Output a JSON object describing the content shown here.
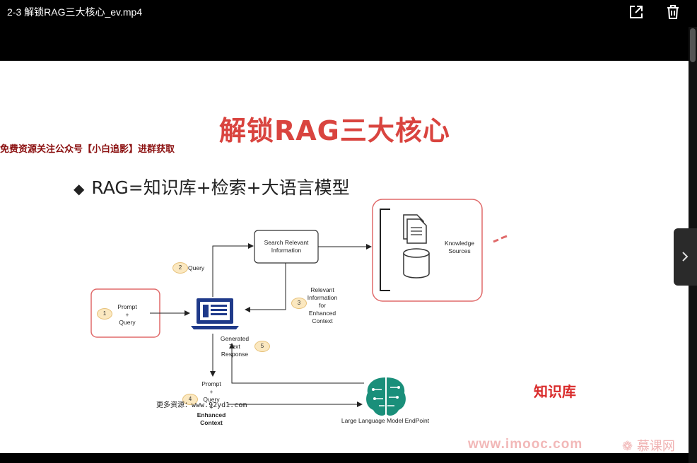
{
  "window": {
    "title": "2-3 解锁RAG三大核心_ev.mp4"
  },
  "toolbar": {
    "open_external_icon": "external-link-icon",
    "delete_icon": "trash-icon"
  },
  "slide": {
    "title": "解锁RAG三大核心",
    "promo_text": "免费资源关注公众号【小白追影】进群获取",
    "bullet": "RAG=知识库+检索+大语言模型",
    "watermark_url": "更多资源：www.92yd1.com",
    "knowledge_label": "知识库",
    "site_watermark": "www.imooc.com",
    "brand_watermark": "慕课网"
  },
  "diagram": {
    "prompt_query": [
      "Prompt",
      "+",
      "Query"
    ],
    "search_box": [
      "Search Relevant",
      "Information"
    ],
    "knowledge_sources": [
      "Knowledge",
      "Sources"
    ],
    "query_label": "Query",
    "relevant_info": [
      "Relevant",
      "Information",
      "for",
      "Enhanced",
      "Context"
    ],
    "generated": [
      "Generated",
      "Text",
      "Response"
    ],
    "prompt_query_enh": [
      "Prompt",
      "+",
      "Query",
      "+"
    ],
    "enhanced_context": [
      "Enhanced",
      "Context"
    ],
    "llm_label": "Large Language Model EndPoint",
    "steps": [
      "1",
      "2",
      "3",
      "4",
      "5"
    ]
  },
  "nav": {
    "next_icon": "chevron-right-icon"
  }
}
